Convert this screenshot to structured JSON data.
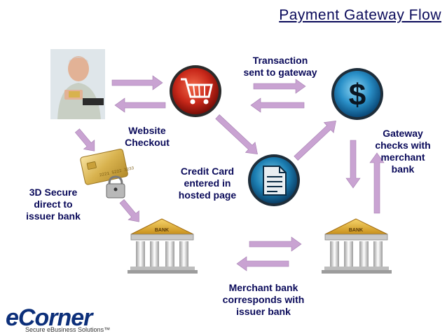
{
  "title": "Payment Gateway Flow",
  "nodes": {
    "customer": {
      "icon": "customer-photo-icon"
    },
    "checkout": {
      "icon": "shopping-cart-icon",
      "label": "Website\nCheckout"
    },
    "gateway": {
      "icon": "dollar-icon",
      "label": "Gateway\nchecks with\nmerchant\nbank"
    },
    "hosted_page": {
      "icon": "document-icon",
      "label": "Credit Card\nentered in\nhosted page"
    },
    "card": {
      "icon": "credit-card-lock-icon",
      "label": "3D Secure\ndirect to\nissuer bank"
    },
    "issuer_bank": {
      "icon": "bank-icon",
      "sign": "BANK"
    },
    "merchant_bank": {
      "icon": "bank-icon",
      "sign": "BANK",
      "label": "Merchant bank\ncorresponds with\nissuer bank"
    }
  },
  "edges": {
    "transaction_label": "Transaction\nsent  to gateway"
  },
  "colors": {
    "arrow": "#c9a3d2",
    "text": "#0a0a5a",
    "logo": "#0c2f7a"
  },
  "logo": {
    "name": "eCorner",
    "tagline": "Secure eBusiness Solutions™"
  }
}
